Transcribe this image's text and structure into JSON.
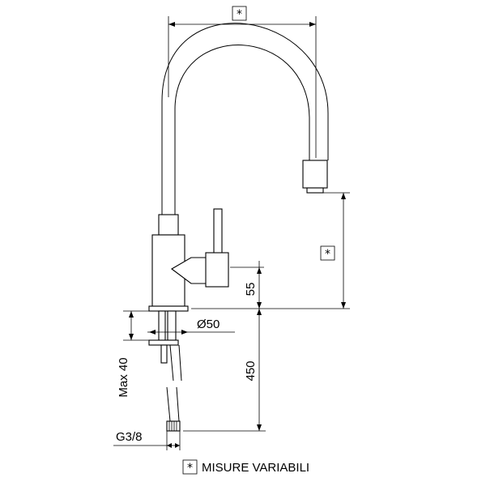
{
  "dimensions": {
    "width_mark": "*",
    "spout_height_mark": "*",
    "body_diameter": "Ø50",
    "handle_height": "55",
    "hose_length": "450",
    "max_thickness": "Max 40",
    "thread": "G3/8"
  },
  "legend": {
    "mark": "*",
    "text": "MISURE VARIABILI"
  }
}
